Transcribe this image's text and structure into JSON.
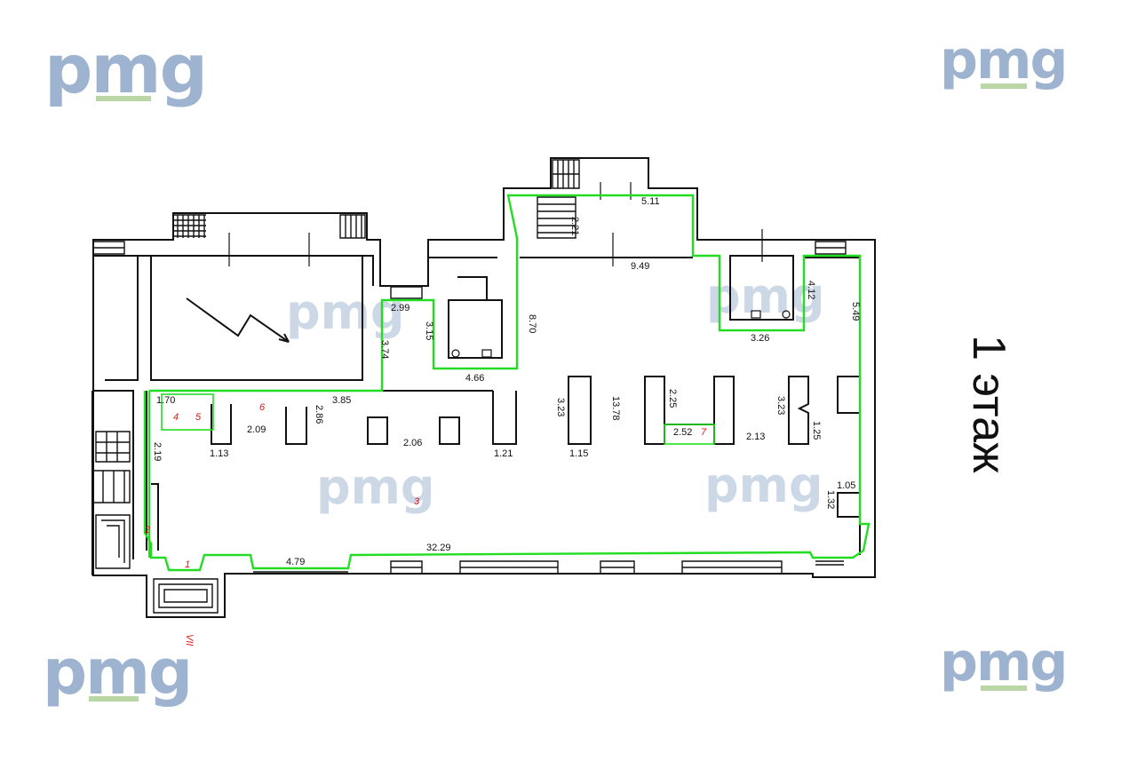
{
  "watermark": {
    "text": "pmg",
    "color": "#9db3cf",
    "accent": "#b9d6a4"
  },
  "floor_title": "1 этаж",
  "colors": {
    "walls": "#111111",
    "outline": "#22dd22",
    "room_numbers": "#dd1111"
  },
  "dimensions": {
    "d511": "5.11",
    "d221": "2.21",
    "d949": "9.49",
    "d870": "8.70",
    "d299": "2.99",
    "d315": "3.15",
    "d374": "3.74",
    "d466": "4.66",
    "d412": "4.12",
    "d549": "5.49",
    "d326": "3.26",
    "d170": "1.70",
    "d385": "3.85",
    "d286": "2.86",
    "d209": "2.09",
    "d113": "1.13",
    "d206": "2.06",
    "d121": "1.21",
    "d323a": "3.23",
    "d115": "1.15",
    "d1378": "13.78",
    "d225": "2.25",
    "d252": "2.52",
    "d213": "2.13",
    "d323b": "3.23",
    "d125": "1.25",
    "d105": "1.05",
    "d132": "1.32",
    "d219": "2.19",
    "d479": "4.79",
    "d3229": "32.29"
  },
  "rooms": {
    "r1": "1",
    "r2": "2",
    "r3": "3",
    "r4": "4",
    "r5": "5",
    "r6": "6",
    "r7": "7",
    "axis": "VII"
  }
}
